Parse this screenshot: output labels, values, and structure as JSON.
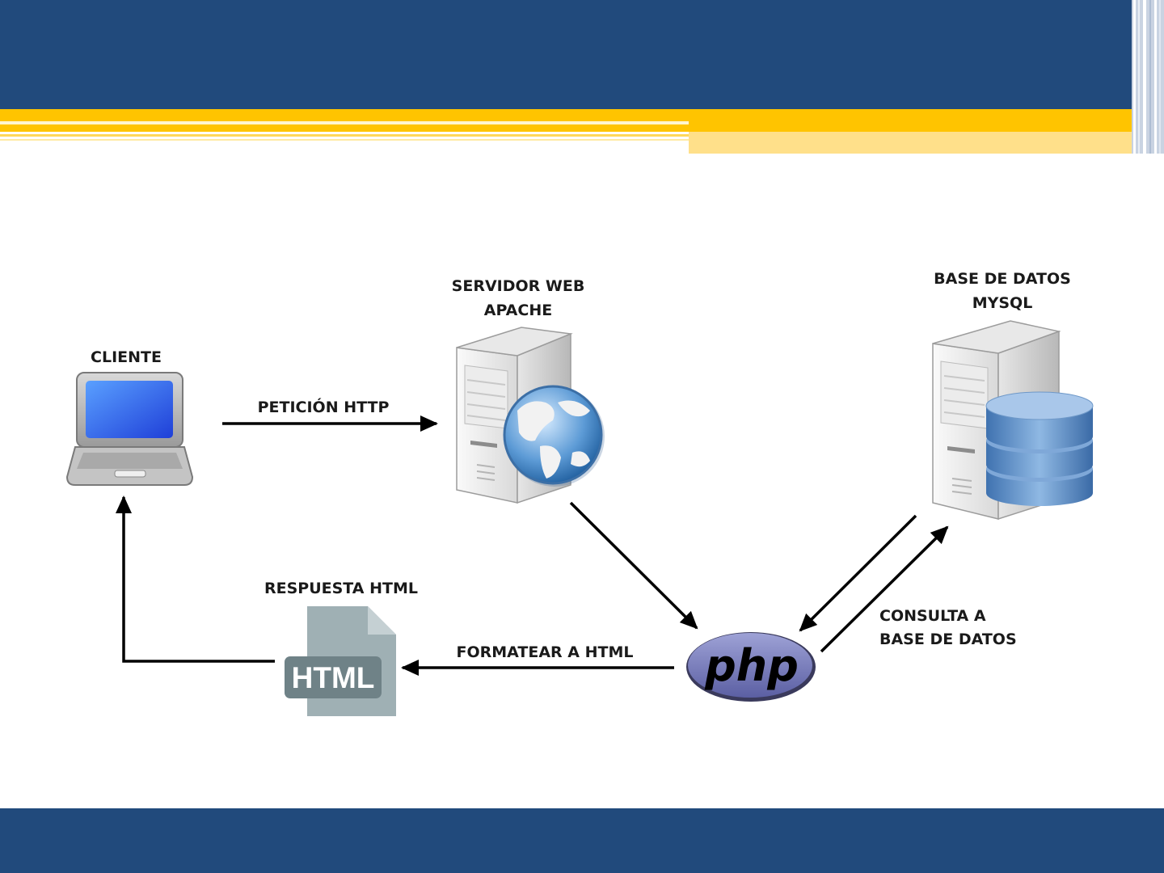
{
  "labels": {
    "cliente": "CLIENTE",
    "servidor_line1": "SERVIDOR WEB",
    "servidor_line2": "APACHE",
    "bd_line1": "BASE DE DATOS",
    "bd_line2": "MYSQL",
    "peticion": "PETICIÓN HTTP",
    "respuesta": "RESPUESTA HTML",
    "formatear": "FORMATEAR A HTML",
    "consulta_line1": "CONSULTA A",
    "consulta_line2": "BASE DE DATOS"
  },
  "icons": {
    "html_file_text": "HTML",
    "php_logo_text": "php"
  },
  "colors": {
    "header_blue": "#214a7c",
    "gold": "#ffc400",
    "php_purple": "#777bb3"
  }
}
